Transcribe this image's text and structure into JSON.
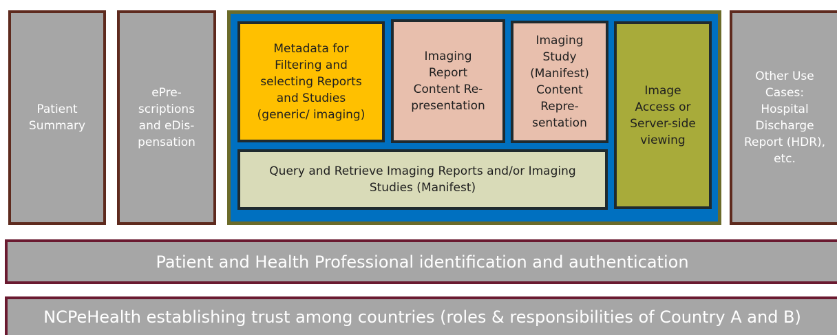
{
  "diagram": {
    "use_cases": {
      "patient_summary": "Patient\nSummary",
      "eprescriptions": "ePre-\nscriptions\nand eDis-\npensation",
      "other_use_cases": "Other Use\nCases:\nHospital\nDischarge\nReport (HDR),\netc."
    },
    "imaging": {
      "metadata": "Metadata for\nFiltering and\nselecting Reports\nand Studies\n(generic/ imaging)",
      "report_content": "Imaging\nReport\nContent Re-\npresentation",
      "study_content": "Imaging\nStudy\n(Manifest)\nContent\nRepre-\nsentation",
      "image_access": "Image\nAccess or\nServer-side\nviewing",
      "query_retrieve": "Query and Retrieve Imaging Reports and/or Imaging\nStudies (Manifest)"
    },
    "bands": {
      "identification": "Patient and Health Professional identification and authentication",
      "trust": "NCPeHealth establishing trust among countries (roles & responsibilities of Country A and B)"
    }
  },
  "colors": {
    "grey_box": "#a6a6a6",
    "brown_border": "#5e2a1e",
    "blue_container": "#0070c0",
    "olive_border": "#6b6b2a",
    "yellow": "#ffc000",
    "salmon": "#e8bfad",
    "cream": "#d9dbb8",
    "olive": "#a8ab3a",
    "band_border": "#6a1a30"
  }
}
